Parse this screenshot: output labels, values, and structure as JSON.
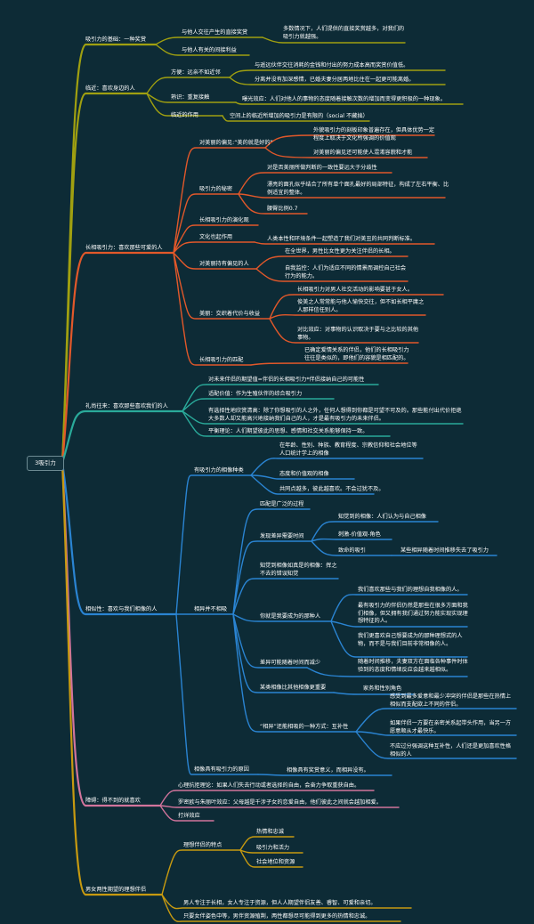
{
  "root": "3吸引力",
  "colors": {
    "background": "#0d2b36",
    "olive": "#a0a010",
    "orange": "#e2582a",
    "teal": "#2aaa9a",
    "blue": "#2a84d2",
    "pink": "#d2749c",
    "gold": "#c79a10"
  },
  "sec_reward": {
    "title": "吸引力的基础：一种奖赏",
    "direct": "与他人交往产生的直接奖赏",
    "direct_note": "多数情况下，人们提供的直接奖赏越多，对我们的吸引力就越强。",
    "indirect": "与他人有关的间接利益"
  },
  "sec_proximity": {
    "title": "临近：喜欢身边的人",
    "convenience": "方便：远亲不如近邻",
    "conv_1": "与遥远伙伴交往消耗的金钱和付出的努力成本高而奖赏价值低。",
    "conv_2": "分离并没有加深感情，已婚夫妻分居两地比住在一起更可能离婚。",
    "familiarity": "熟识：重复接触",
    "familiarity_note": "曝光效应：人们对他人的事物的态度随着接触次数的增加而变得更积极的一种现象。",
    "effect": "临近的作用",
    "effect_note": "空间上的临近所增加的吸引力是有限的（social 不藏拙）"
  },
  "sec_looks": {
    "title": "长相吸引力：喜欢那些可爱的人",
    "bias": "对美丽的偏见:“美的就是好的”",
    "bias_1": "外貌吸引力的刻板印象普遍存在，但具体优势一定程度上取决于文化所强调的价值观",
    "bias_2": "对美丽的偏见还可能使人混淆容貌和才能",
    "secret": "吸引力的秘密",
    "secret_1": "对是否美丽所做判断的一致性要远大于分歧性",
    "secret_2": "漂亮的面孔似乎结合了所有单个面孔最好的局部特征，构成了左右平衡、比例适宜的整体。",
    "secret_3": "腰臀比例0.7",
    "evolution": "长相吸引力的演化观",
    "culture": "文化也起作用",
    "culture_note": "人类本性和环境条件一起塑造了我们对美丑的共同判断标准。",
    "biased_people": "对美丽持有偏见的人",
    "biased_1": "在全世界，男性比女性更为关注伴侣的长相。",
    "biased_2": "自我监控：人们为适应不同的情景而调控自己社会行为的能力。",
    "costs": "美丽：交织着代价与收益",
    "costs_1": "长相吸引力对男人社交活动的影响要甚于女人。",
    "costs_2": "俊美之人常常能与他人愉快交往，但不如长相平庸之人那样信任别人。",
    "costs_3": "对比效应：对事物的认识取决于要与之比较的其他事物。",
    "match": "长相吸引力的匹配",
    "match_note": "已确定爱情关系的伴侣，他们的长相吸引力往往是类似的，即他们的容貌是相匹配的。"
  },
  "sec_reciprocity": {
    "title": "礼尚往来：喜欢那些喜欢我们的人",
    "item_1": "对未来伴侣的期望值=伴侣的长相吸引力*伴侣接纳自己的可能性",
    "item_2": "适配价值：作为生殖伙伴的综合吸引力",
    "item_3": "有选择性地欣赏清高：除了你想吸引的人之外，任何人想得到你都是可望不可及的。那些能付出代价拒绝大多数人却又能高兴地接纳我们自己的人，才是最有吸引力的未来伴侣。",
    "item_4": "平衡理论：人们期望彼此的思想、感情和社交关系能够保持一致。"
  },
  "sec_similarity": {
    "title": "相似性：喜欢与我们相像的人",
    "kinds": "有吸引力的相像种类",
    "kinds_1": "在年龄、性别、种族、教育程度、宗教信仰和社会地位等人口统计学上的相像",
    "kinds_2": "态度和价值观的相像",
    "kinds_3": "共同点越多，彼此越喜欢。不会过犹不及。",
    "not_same": "相异并不相吸",
    "s1": "匹配是广泛的过程",
    "s2": "发现差异需要时间",
    "s2_1": "知觉到的相像：人们认为与自己相像",
    "s2_2": "刺激-价值观-角色",
    "s2_3": "致命的吸引",
    "s2_3_note": "某些相异随着时间推移失去了吸引力",
    "s3": "知觉到相像如真是的相像：挥之不去的错误知觉",
    "s4": "你就是我要成为的那种人",
    "s4_1": "我们喜欢那些与我们的理想自我相像的人。",
    "s4_2": "最有吸引力的伴侣仍然是那些在很多方面和我们相像，但又拥有我们通过努力能实现实现理想特征的人。",
    "s4_3": "我们更喜欢自己想要成为的那种理想式的人物，而不是与我们目前非常相像的人。",
    "s5": "差异可能随着时间而减少",
    "s5_note": "随着时间推移，夫妻双方在面临各种事件时体验到的态度和情绪反应会越来越相似。",
    "s6": "某类相像比其他相像更重要",
    "s6_note": "家务和性别角色",
    "s7": "“相异”还能相吸的一种方式：互补性",
    "s7_1": "感受到最多爱意和最少冲突的伴侣是那些在热情上相似而支配欲上不同的伴侣。",
    "s7_2": "如果伴侣一方要在亲密关系起带头作用，当另一方愿意顺从才最快乐。",
    "s7_3": "不应过分强调这种互补性，人们还是更加喜欢性格相似的人",
    "reason": "相像具有吸引力的原因",
    "reason_note": "相像具有奖赏意义，而相异没有。"
  },
  "sec_barrier": {
    "title": "障碍：得不到的就喜欢",
    "item_1": "心理抗拒理论：如果人们失去行动或者选择的自由，会奋力争取重获自由。",
    "item_2": "罗密欧与朱丽叶效应：父母越是千涉子女的恋爱自由，他们彼此之间就会越加相爱。",
    "item_3": "打烊效应"
  },
  "sec_ideal": {
    "title": "男女两性期望的理想伴侣",
    "traits": "理想伴侣的特点",
    "traits_1": "热情和忠诚",
    "traits_2": "吸引力和活力",
    "traits_3": "社会地位和资源",
    "note_1": "男人专注于长相，女人专注于资源，但人人期望伴侣友善、睿智、可爱和亲切。",
    "note_2": "只要女伴姿色中等，男伴资源殖荆，两性都想尽可能得到更多的热情和忠诚。"
  }
}
